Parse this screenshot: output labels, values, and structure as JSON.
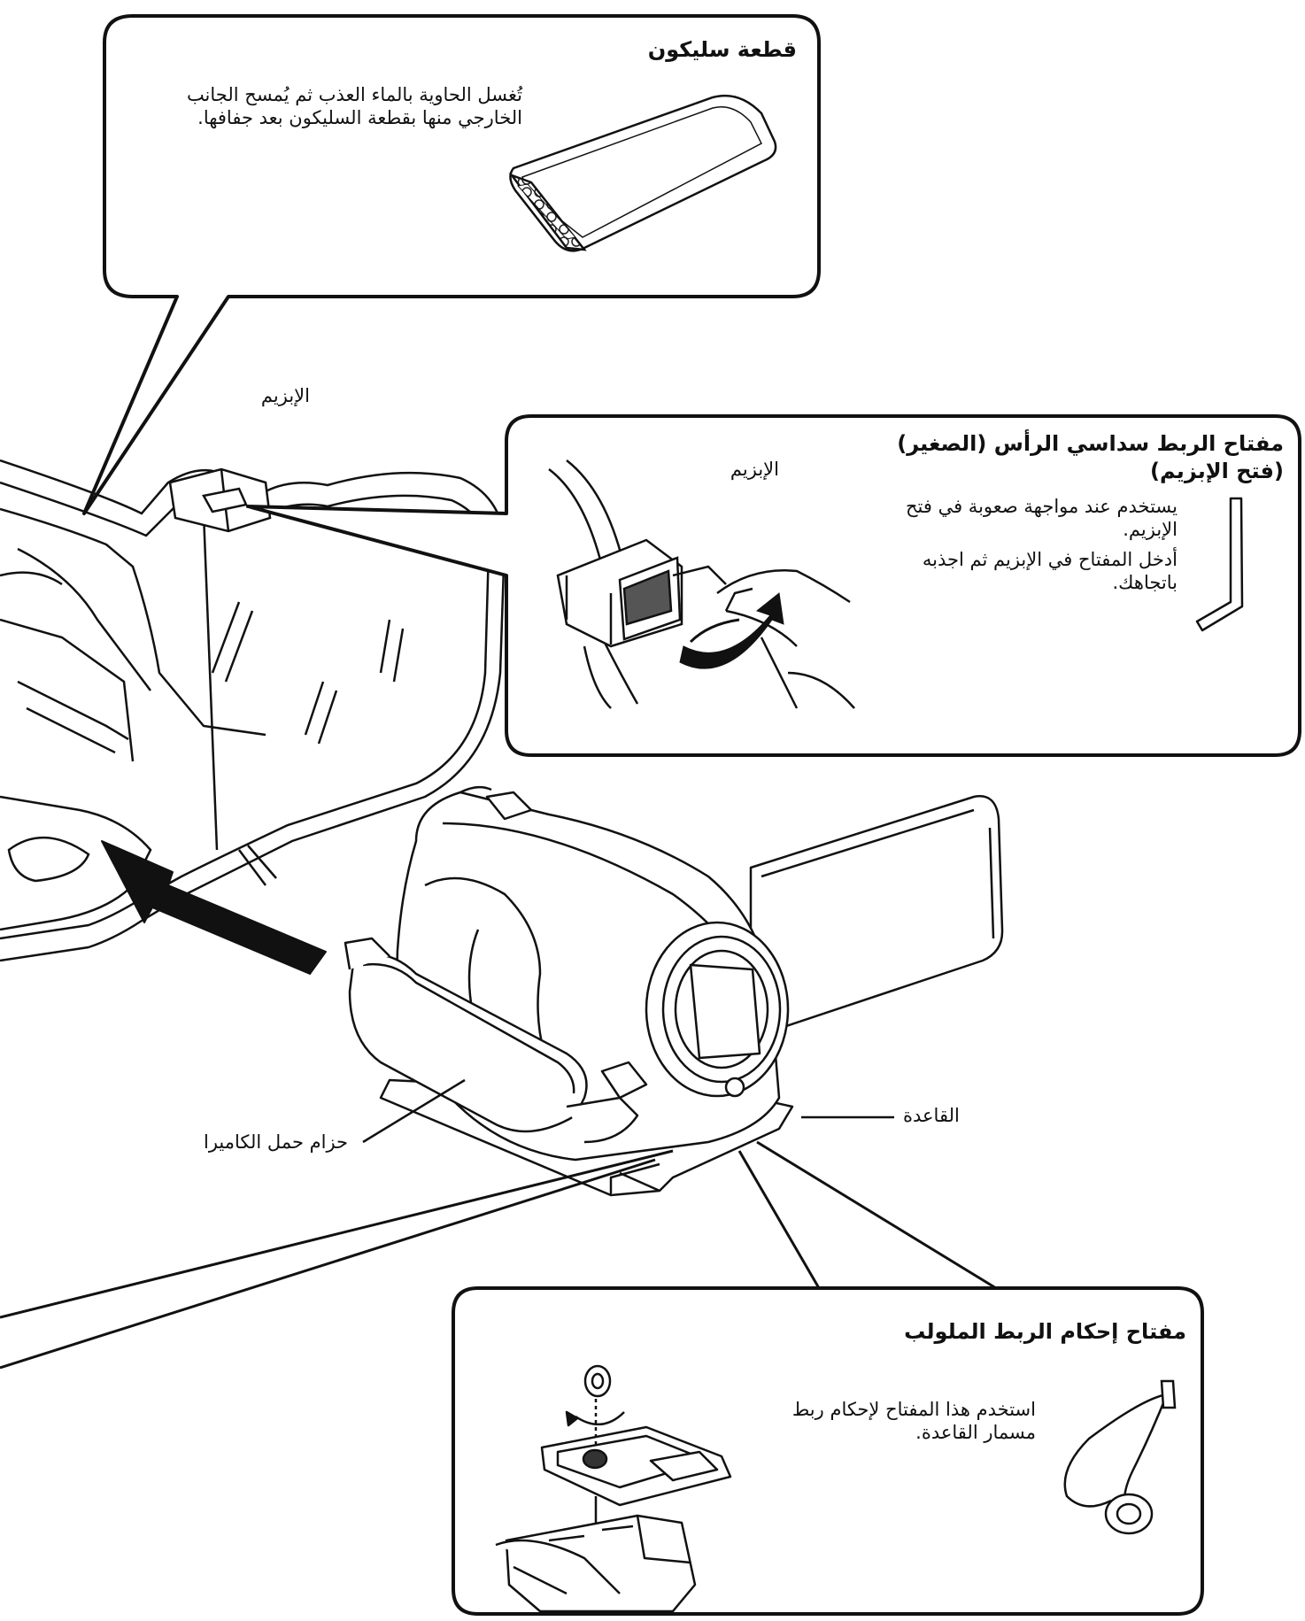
{
  "silicone": {
    "title": "قطعة سليكون",
    "text": "تُغسل الحاوية بالماء العذب ثم يُمسح الجانب الخارجي منها بقطعة السليكون بعد جفافها."
  },
  "buckle_label_main": "الإبزيم",
  "hex_key": {
    "title_line1": "مفتاح الربط سداسي الرأس (الصغير)",
    "title_line2": "(فتح الإبزيم)",
    "buckle_label": "الإبزيم",
    "text_line1": "يستخدم عند مواجهة صعوبة في فتح الإبزيم.",
    "text_line2": "أدخل المفتاح في الإبزيم ثم اجذبه باتجاهك."
  },
  "base_label": "القاعدة",
  "strap_label": "حزام حمل الكاميرا",
  "screw_key": {
    "title": "مفتاح إحكام الربط الملولب",
    "text": "استخدم هذا المفتاح لإحكام ربط مسمار القاعدة."
  }
}
